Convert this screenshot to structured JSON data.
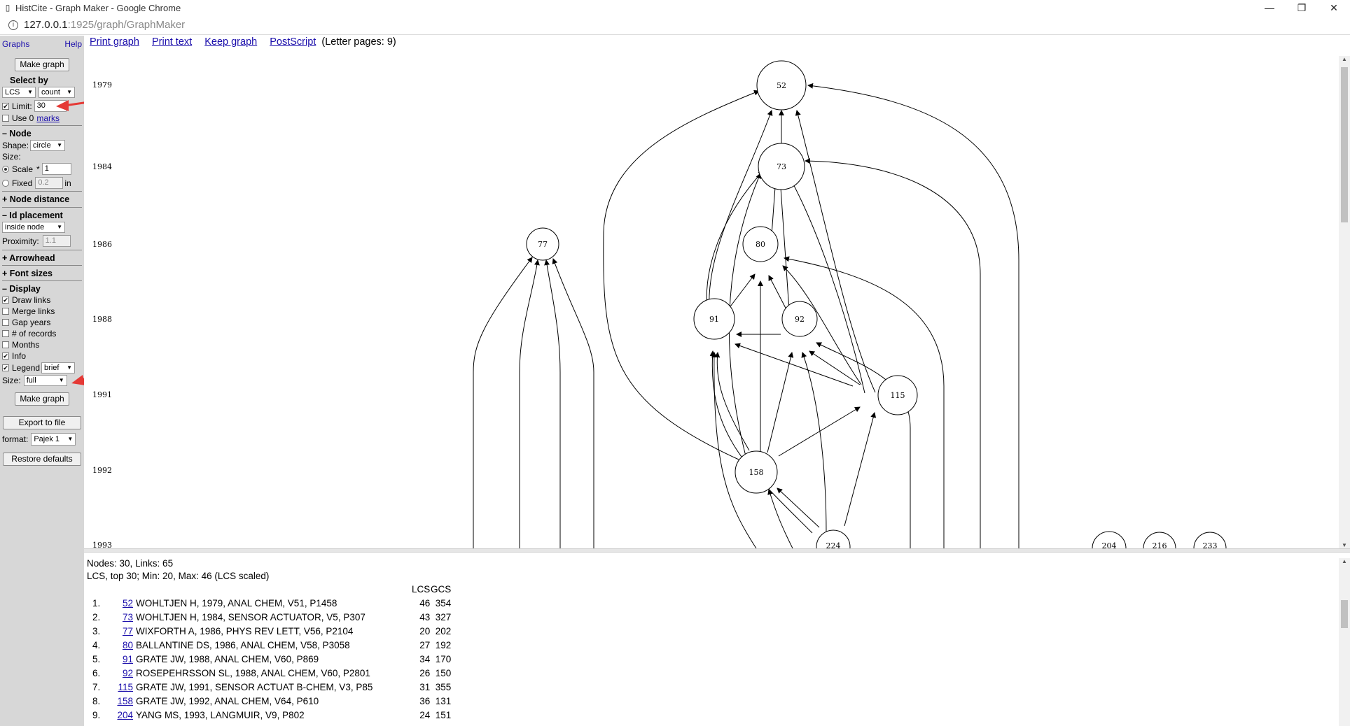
{
  "window": {
    "title": "HistCite - Graph Maker - Google Chrome",
    "controls": [
      "—",
      "❐",
      "✕"
    ]
  },
  "address": {
    "host": "127.0.0.1",
    "path": ":1925/graph/GraphMaker"
  },
  "sidebar": {
    "graphs_link": "Graphs",
    "help_link": "Help",
    "make_graph_label": "Make graph",
    "select_by_label": "Select by",
    "select_by_value": "LCS",
    "order_value": "count",
    "limit_label": "Limit:",
    "limit_value": "30",
    "limit_checked": "✔",
    "use0_label": "Use 0",
    "marks_link": "marks",
    "node_section": "– Node",
    "shape_label": "Shape:",
    "shape_value": "circle",
    "size_label": "Size:",
    "scale_label": "Scale",
    "scale_star": "*",
    "scale_value": "1",
    "fixed_label": "Fixed",
    "fixed_value": "0.2",
    "fixed_unit": "in",
    "node_distance_section": "+ Node distance",
    "id_placement_section": "– Id placement",
    "id_placement_value": "inside node",
    "proximity_label": "Proximity:",
    "proximity_value": "1.1",
    "arrowhead_section": "+ Arrowhead",
    "font_sizes_section": "+ Font sizes",
    "display_section": "– Display",
    "draw_links_label": "Draw links",
    "merge_links_label": "Merge links",
    "gap_years_label": "Gap years",
    "num_records_label": "# of records",
    "months_label": "Months",
    "info_label": "Info",
    "legend_label": "Legend",
    "legend_value": "brief",
    "size2_label": "Size:",
    "size2_value": "full",
    "make_graph2_label": "Make graph",
    "export_label": "Export to file",
    "format_label": "format:",
    "format_value": "Pajek 1",
    "restore_label": "Restore defaults",
    "check_mark": "✔"
  },
  "toplinks": {
    "print_graph": "Print graph",
    "print_text": "Print text",
    "keep_graph": "Keep graph",
    "postscript": "PostScript",
    "pages_note": "(Letter pages: 9)"
  },
  "graph": {
    "years": [
      "1979",
      "1984",
      "1986",
      "1988",
      "1991",
      "1992",
      "1993"
    ],
    "nodes": [
      "52",
      "73",
      "77",
      "80",
      "91",
      "92",
      "115",
      "158",
      "224",
      "204",
      "216",
      "233"
    ]
  },
  "info": {
    "summary1": "Nodes: 30, Links: 65",
    "summary2": "LCS, top 30; Min: 20, Max: 46 (LCS scaled)",
    "col_lcs": "LCS",
    "col_gcs": "GCS",
    "rows": [
      {
        "num": "1.",
        "id": "52",
        "ref": "WOHLTJEN H, 1979, ANAL CHEM, V51, P1458",
        "lcs": "46",
        "gcs": "354"
      },
      {
        "num": "2.",
        "id": "73",
        "ref": "WOHLTJEN H, 1984, SENSOR ACTUATOR, V5, P307",
        "lcs": "43",
        "gcs": "327"
      },
      {
        "num": "3.",
        "id": "77",
        "ref": "WIXFORTH A, 1986, PHYS REV LETT, V56, P2104",
        "lcs": "20",
        "gcs": "202"
      },
      {
        "num": "4.",
        "id": "80",
        "ref": "BALLANTINE DS, 1986, ANAL CHEM, V58, P3058",
        "lcs": "27",
        "gcs": "192"
      },
      {
        "num": "5.",
        "id": "91",
        "ref": "GRATE JW, 1988, ANAL CHEM, V60, P869",
        "lcs": "34",
        "gcs": "170"
      },
      {
        "num": "6.",
        "id": "92",
        "ref": "ROSEPEHRSSON SL, 1988, ANAL CHEM, V60, P2801",
        "lcs": "26",
        "gcs": "150"
      },
      {
        "num": "7.",
        "id": "115",
        "ref": "GRATE JW, 1991, SENSOR ACTUAT B-CHEM, V3, P85",
        "lcs": "31",
        "gcs": "355"
      },
      {
        "num": "8.",
        "id": "158",
        "ref": "GRATE JW, 1992, ANAL CHEM, V64, P610",
        "lcs": "36",
        "gcs": "131"
      },
      {
        "num": "9.",
        "id": "204",
        "ref": "YANG MS, 1993, LANGMUIR, V9, P802",
        "lcs": "24",
        "gcs": "151"
      }
    ]
  }
}
